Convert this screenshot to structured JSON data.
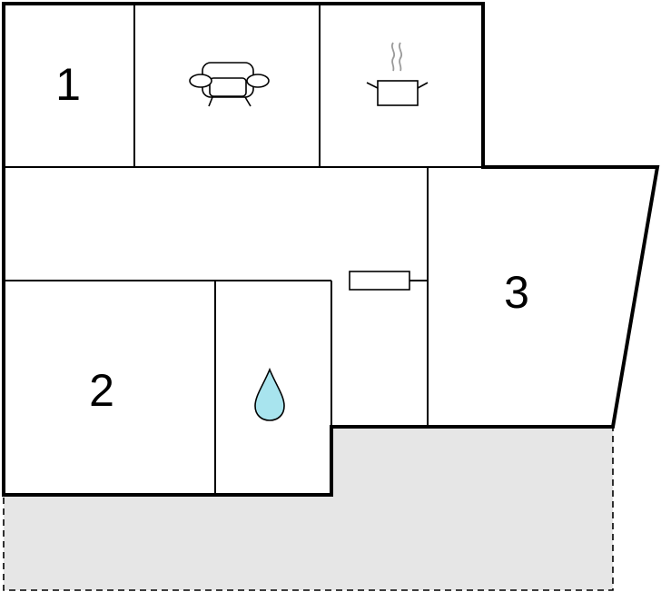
{
  "floorplan": {
    "rooms": [
      {
        "id": "bedroom-1",
        "label": "1"
      },
      {
        "id": "bedroom-2",
        "label": "2"
      },
      {
        "id": "bedroom-3",
        "label": "3"
      }
    ],
    "icons": [
      "sofa-icon",
      "cooking-pot-icon",
      "water-drop-icon",
      "radiator-icon"
    ],
    "colors": {
      "wall": "#000000",
      "terrace_fill": "#e6e6e6",
      "water_drop": "#a8e4ee",
      "steam": "#9a9a9a"
    }
  }
}
